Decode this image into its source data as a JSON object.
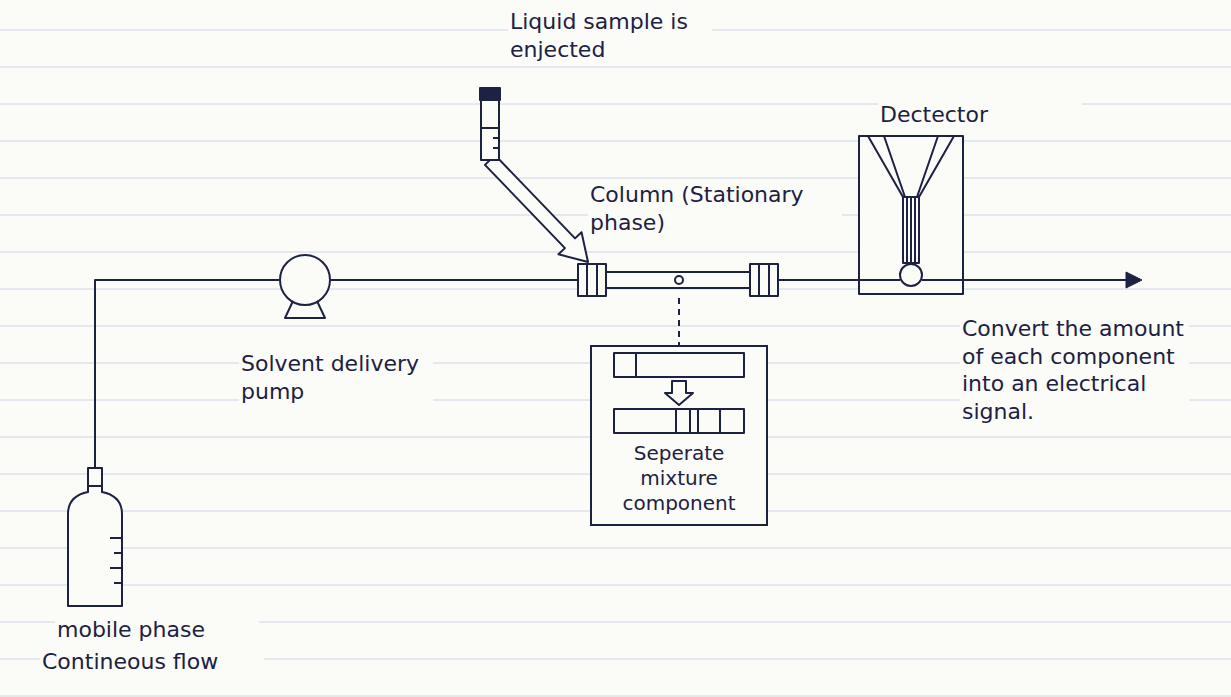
{
  "diagram": {
    "nodes": [
      {
        "text": [
          "mobile phase",
          "Contineous flow"
        ]
      },
      {
        "text": [
          "Solvent delivery pump"
        ]
      },
      {
        "text": [
          "Liquid sample is enjected"
        ]
      },
      {
        "text": [
          "Column (Stationary phase)"
        ]
      },
      {
        "text": [
          "Seperate mixture component"
        ]
      },
      {
        "text": [
          "Dectector",
          "Convert the amount of each component into an electrical signal."
        ]
      }
    ],
    "edges": [
      {
        "from": 0,
        "to": 1,
        "arrow": "none"
      },
      {
        "from": 1,
        "to": 3,
        "arrow": "none"
      },
      {
        "from": 2,
        "to": 3,
        "arrow": "to"
      },
      {
        "from": 3,
        "to": 4,
        "arrow": "none"
      },
      {
        "from": 3,
        "to": 5,
        "arrow": "none"
      }
    ]
  }
}
